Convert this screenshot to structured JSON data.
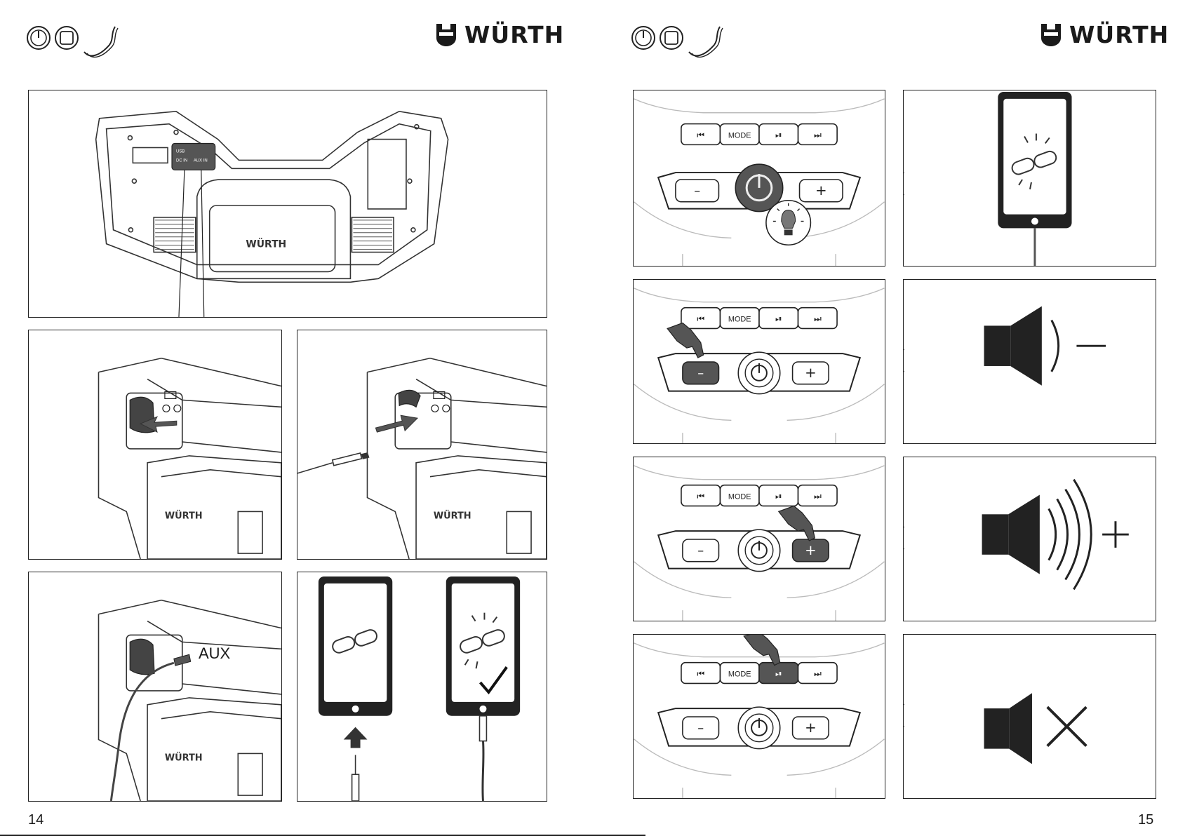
{
  "brand": {
    "name": "WÜRTH"
  },
  "pages": {
    "left": {
      "number": "14"
    },
    "right": {
      "number": "15"
    }
  },
  "header_icons": [
    "power-icon",
    "square-stop-icon",
    "aux-cable-icon"
  ],
  "device": {
    "port_labels": {
      "usb": "USB",
      "dc_in": "DC IN",
      "aux_in": "AUX IN"
    },
    "body_logo": "WÜRTH"
  },
  "aux_connection": {
    "label": "AUX"
  },
  "control_panel": {
    "buttons": [
      "⏮",
      "MODE",
      "⏯",
      "⏭"
    ],
    "volume_down": "–",
    "volume_up": "+"
  },
  "colors": {
    "line": "#1a1a1a",
    "dark": "#333333",
    "highlight": "#555555",
    "light_gray": "#bbbbbb"
  }
}
